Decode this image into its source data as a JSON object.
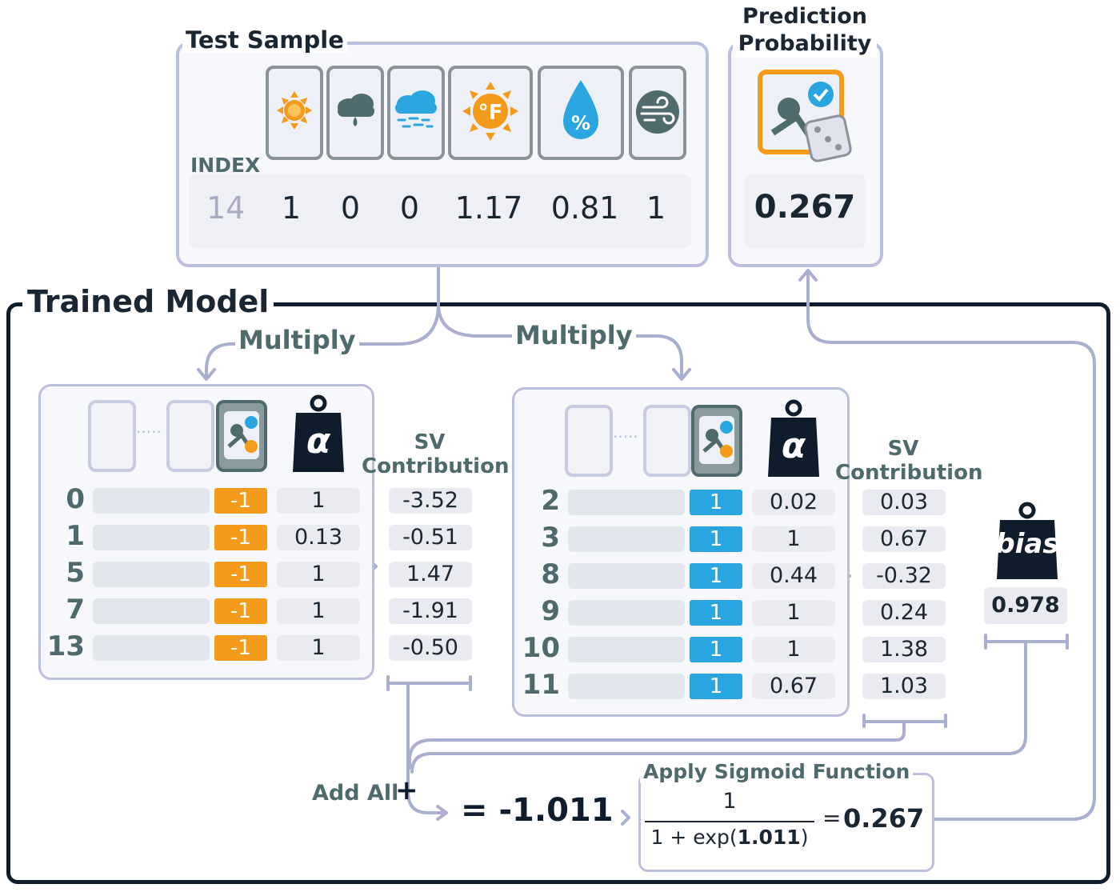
{
  "test_sample": {
    "title": "Test Sample",
    "index_label": "INDEX",
    "index_value": "14",
    "features": [
      {
        "icon": "sun-icon",
        "value": "1"
      },
      {
        "icon": "cloud-rain-icon",
        "value": "0"
      },
      {
        "icon": "cloud-drizzle-icon",
        "value": "0"
      },
      {
        "icon": "temperature-fahrenheit-icon",
        "value": "1.17"
      },
      {
        "icon": "humidity-droplet-icon",
        "value": "0.81"
      },
      {
        "icon": "wind-icon",
        "value": "1"
      }
    ]
  },
  "prediction": {
    "title_line1": "Prediction",
    "title_line2": "Probability",
    "icon": "golf-dice-icon",
    "value": "0.267"
  },
  "model": {
    "title": "Trained Model",
    "multiply_left": "Multiply",
    "multiply_right": "Multiply",
    "sv_title_line1": "SV",
    "sv_title_line2": "Contribution",
    "alpha_symbol": "α",
    "left_group": {
      "rows": [
        {
          "index": "0",
          "label": "-1",
          "alpha": "1",
          "sv": "-3.52"
        },
        {
          "index": "1",
          "label": "-1",
          "alpha": "0.13",
          "sv": "-0.51"
        },
        {
          "index": "5",
          "label": "-1",
          "alpha": "1",
          "sv": "1.47"
        },
        {
          "index": "7",
          "label": "-1",
          "alpha": "1",
          "sv": "-1.91"
        },
        {
          "index": "13",
          "label": "-1",
          "alpha": "1",
          "sv": "-0.50"
        }
      ]
    },
    "right_group": {
      "rows": [
        {
          "index": "2",
          "label": "1",
          "alpha": "0.02",
          "sv": "0.03"
        },
        {
          "index": "3",
          "label": "1",
          "alpha": "1",
          "sv": "0.67"
        },
        {
          "index": "8",
          "label": "1",
          "alpha": "0.44",
          "sv": "-0.32"
        },
        {
          "index": "9",
          "label": "1",
          "alpha": "1",
          "sv": "0.24"
        },
        {
          "index": "10",
          "label": "1",
          "alpha": "1",
          "sv": "1.38"
        },
        {
          "index": "11",
          "label": "1",
          "alpha": "0.67",
          "sv": "1.03"
        }
      ]
    },
    "bias": {
      "label": "bias",
      "value": "0.978"
    },
    "add_all": "Add All",
    "plus": "+",
    "sum_result": "= -1.011",
    "sigmoid": {
      "title": "Apply Sigmoid Function",
      "numerator": "1",
      "denominator_prefix": "1 + exp(",
      "denominator_value": "1.011",
      "denominator_suffix": ")",
      "equals": "=",
      "result": "0.267"
    }
  },
  "colors": {
    "negative_class": "#f49b1b",
    "positive_class": "#29a6e0",
    "frame": "#0f1c2b",
    "panel_border": "#b9bfdc",
    "teal_text": "#4e6a6c"
  }
}
